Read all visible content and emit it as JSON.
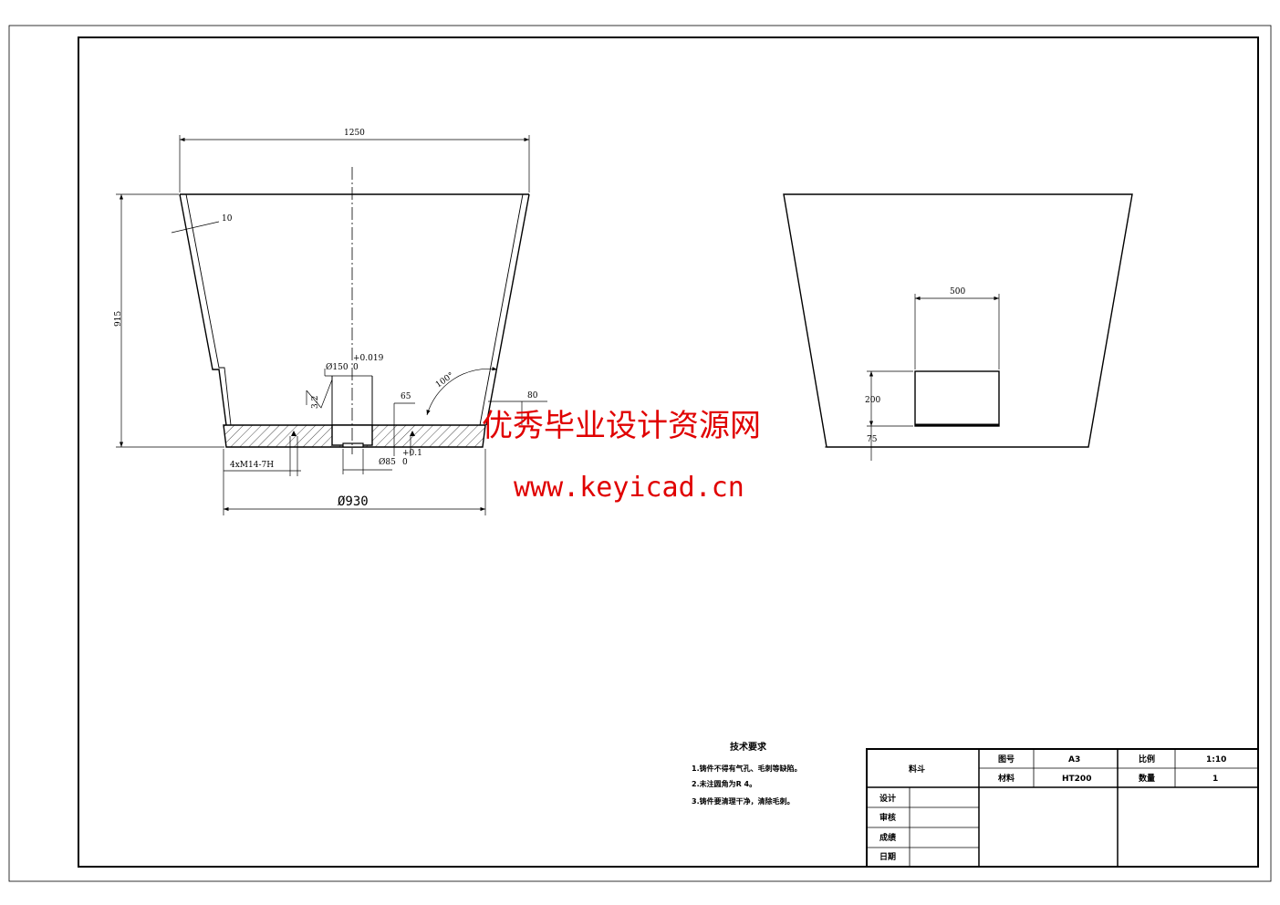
{
  "front_view": {
    "dim_top_width": "1250",
    "dim_height": "915",
    "dim_wall": "10",
    "dim_bore": "Ø150",
    "dim_bore_tol_upper": "+0.019",
    "dim_bore_tol_lower": "0",
    "dim_roughness": "3.2",
    "dim_angle": "100°",
    "dim_65": "65",
    "dim_80": "80",
    "dim_small_bore": "Ø85",
    "dim_small_tol_upper": "+0.1",
    "dim_small_tol_lower": "0",
    "dim_thread": "4xM14-7H",
    "dim_base": "Ø930"
  },
  "side_view": {
    "dim_window_width": "500",
    "dim_window_height": "200",
    "dim_window_offset": "75"
  },
  "notes": {
    "title": "技术要求",
    "items": [
      "1.铸件不得有气孔、毛刺等缺陷。",
      "2.未注圆角为R 4。",
      "3.铸件要清理干净，清除毛刺。"
    ]
  },
  "title_block": {
    "part_name": "料斗",
    "drawing_no_label": "图号",
    "drawing_no": "A3",
    "scale_label": "比例",
    "scale": "1:10",
    "material_label": "材料",
    "material": "HT200",
    "quantity_label": "数量",
    "quantity": "1",
    "designed_label": "设计",
    "checked_label": "审核",
    "process_label": "成绩",
    "date_label": "日期"
  },
  "watermark": {
    "line1": "优秀毕业设计资源网",
    "line2": "www.keyicad.cn"
  },
  "colors": {
    "line": "#000000",
    "watermark": "#e00000"
  }
}
